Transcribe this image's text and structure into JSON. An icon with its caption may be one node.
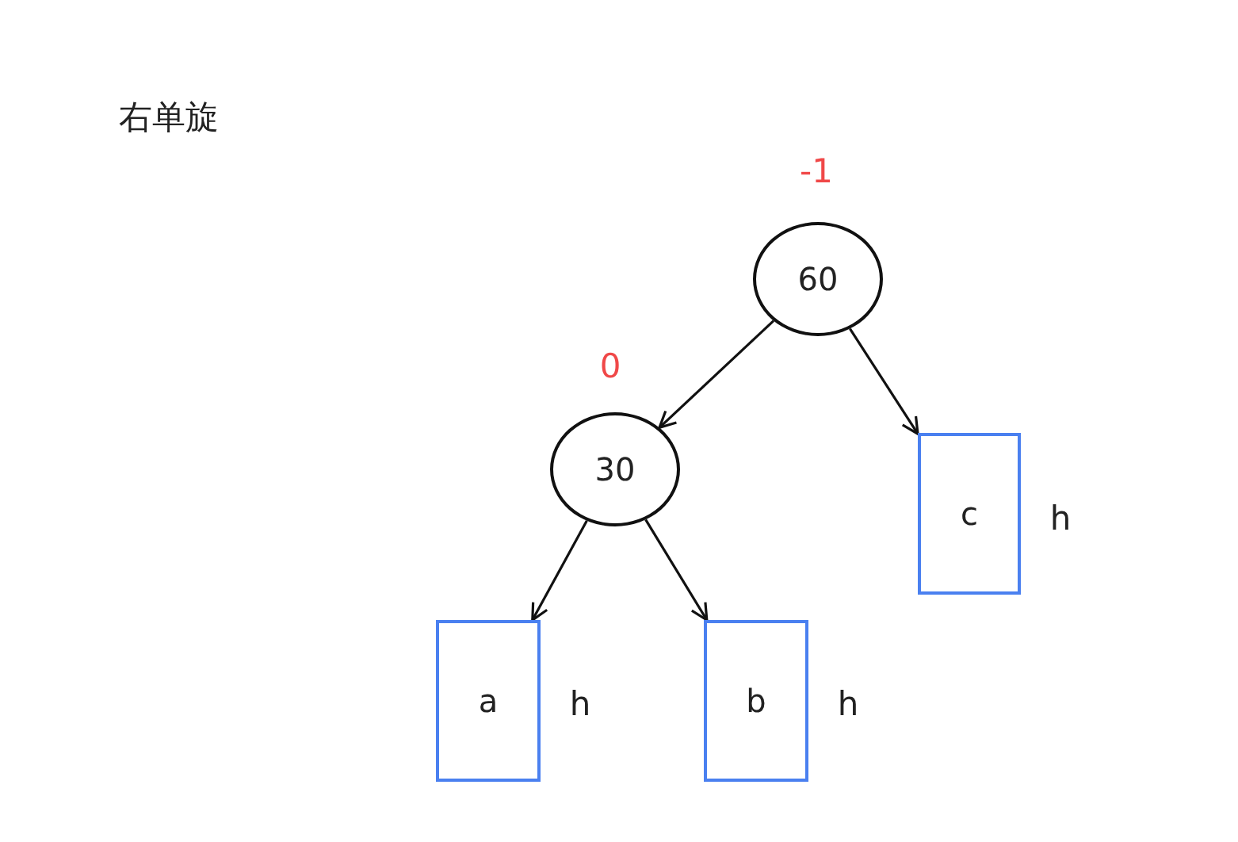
{
  "diagram": {
    "title": "右单旋",
    "nodes": [
      {
        "text": [
          "60"
        ],
        "beside": [
          "-1"
        ]
      },
      {
        "text": [
          "30"
        ],
        "beside": [
          "0"
        ]
      },
      {
        "text": [
          "c"
        ],
        "beside": [
          "h"
        ]
      },
      {
        "text": [
          "a"
        ],
        "beside": [
          "h"
        ]
      },
      {
        "text": [
          "b"
        ],
        "beside": [
          "h"
        ]
      }
    ],
    "edges": [
      {
        "from": 0,
        "to": 1,
        "arrow": "to"
      },
      {
        "from": 0,
        "to": 2,
        "arrow": "to"
      },
      {
        "from": 1,
        "to": 3,
        "arrow": "to"
      },
      {
        "from": 1,
        "to": 4,
        "arrow": "to"
      }
    ]
  }
}
